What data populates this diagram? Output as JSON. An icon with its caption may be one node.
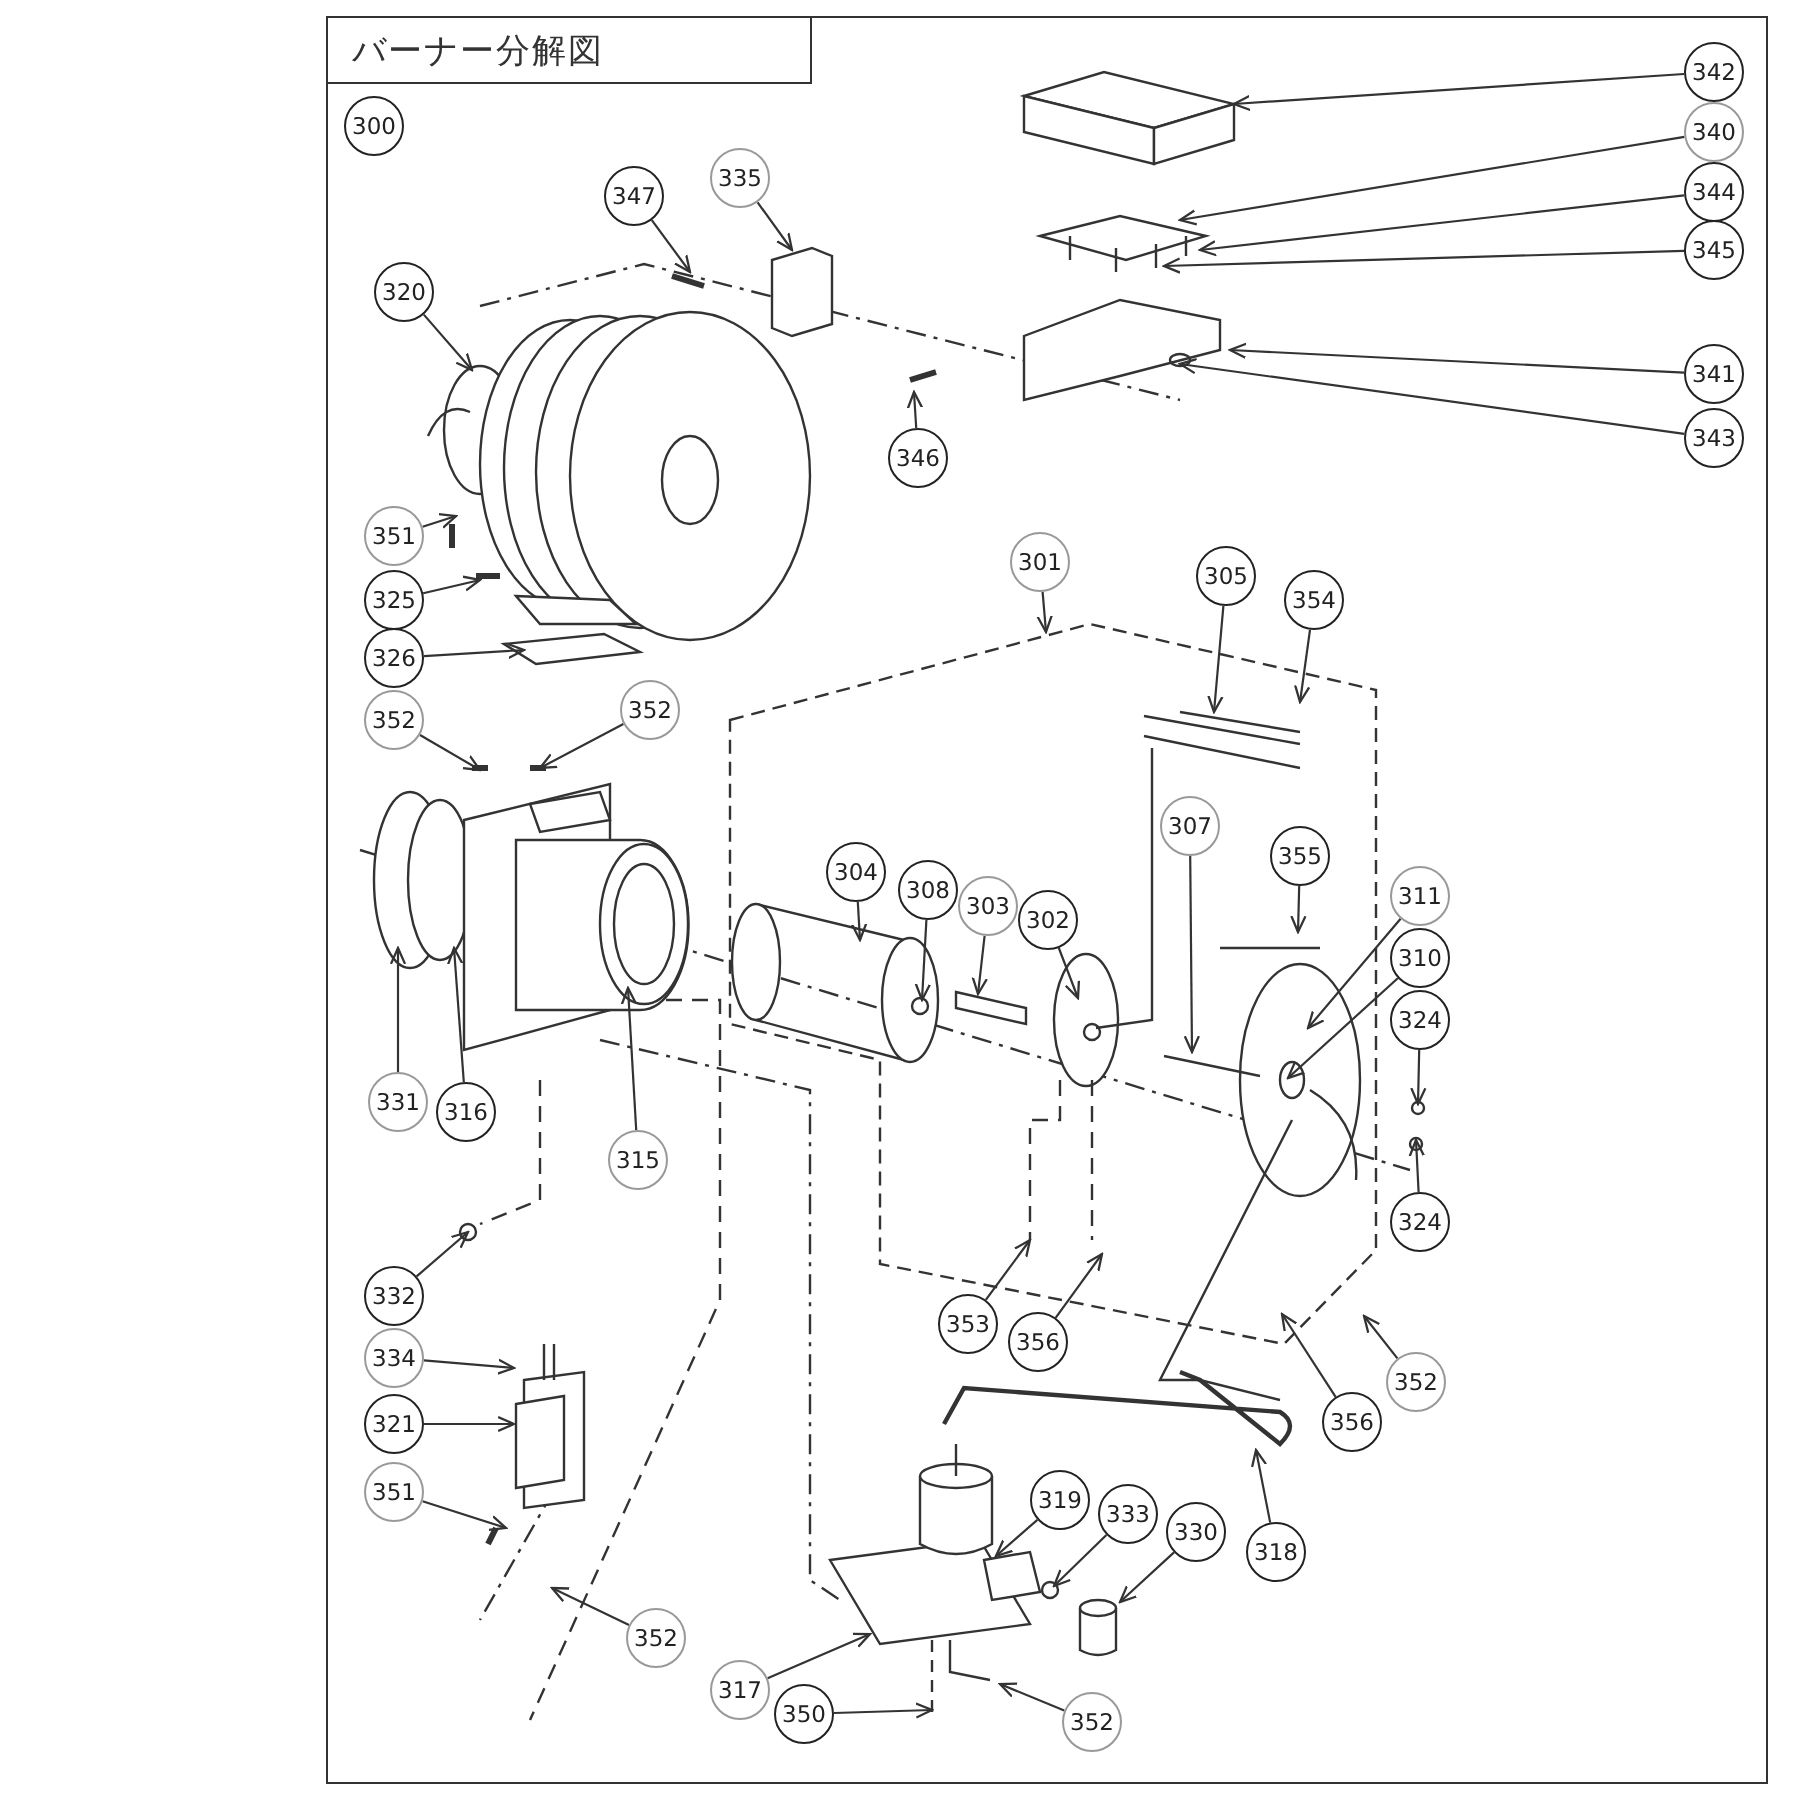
{
  "diagram": {
    "title": "バーナー分解図",
    "nodes": [
      {
        "text": [
          "300"
        ]
      },
      {
        "text": [
          "342"
        ]
      },
      {
        "text": [
          "340"
        ]
      },
      {
        "text": [
          "344"
        ]
      },
      {
        "text": [
          "345"
        ]
      },
      {
        "text": [
          "347"
        ]
      },
      {
        "text": [
          "335"
        ]
      },
      {
        "text": [
          "320"
        ]
      },
      {
        "text": [
          "341"
        ]
      },
      {
        "text": [
          "343"
        ]
      },
      {
        "text": [
          "346"
        ]
      },
      {
        "text": [
          "351"
        ]
      },
      {
        "text": [
          "325"
        ]
      },
      {
        "text": [
          "326"
        ]
      },
      {
        "text": [
          "301"
        ]
      },
      {
        "text": [
          "305"
        ]
      },
      {
        "text": [
          "354"
        ]
      },
      {
        "text": [
          "352"
        ]
      },
      {
        "text": [
          "352"
        ]
      },
      {
        "text": [
          "307"
        ]
      },
      {
        "text": [
          "355"
        ]
      },
      {
        "text": [
          "304"
        ]
      },
      {
        "text": [
          "308"
        ]
      },
      {
        "text": [
          "303"
        ]
      },
      {
        "text": [
          "302"
        ]
      },
      {
        "text": [
          "311"
        ]
      },
      {
        "text": [
          "310"
        ]
      },
      {
        "text": [
          "324"
        ]
      },
      {
        "text": [
          "331"
        ]
      },
      {
        "text": [
          "316"
        ]
      },
      {
        "text": [
          "315"
        ]
      },
      {
        "text": [
          "324"
        ]
      },
      {
        "text": [
          "332"
        ]
      },
      {
        "text": [
          "353"
        ]
      },
      {
        "text": [
          "356"
        ]
      },
      {
        "text": [
          "334"
        ]
      },
      {
        "text": [
          "321"
        ]
      },
      {
        "text": [
          "351"
        ]
      },
      {
        "text": [
          "352"
        ]
      },
      {
        "text": [
          "356"
        ]
      },
      {
        "text": [
          "319"
        ]
      },
      {
        "text": [
          "333"
        ]
      },
      {
        "text": [
          "330"
        ]
      },
      {
        "text": [
          "318"
        ]
      },
      {
        "text": [
          "352"
        ]
      },
      {
        "text": [
          "317"
        ]
      },
      {
        "text": [
          "350"
        ]
      },
      {
        "text": [
          "352"
        ]
      }
    ],
    "edges": [
      {
        "from": 1,
        "to": null,
        "arrow": "to"
      },
      {
        "from": 2,
        "to": null,
        "arrow": "to"
      },
      {
        "from": 3,
        "to": null,
        "arrow": "to"
      },
      {
        "from": 4,
        "to": null,
        "arrow": "to"
      },
      {
        "from": 5,
        "to": null,
        "arrow": "to"
      },
      {
        "from": 6,
        "to": null,
        "arrow": "to"
      },
      {
        "from": 7,
        "to": null,
        "arrow": "to"
      },
      {
        "from": 8,
        "to": null,
        "arrow": "to"
      },
      {
        "from": 9,
        "to": null,
        "arrow": "to"
      },
      {
        "from": 10,
        "to": null,
        "arrow": "to"
      },
      {
        "from": 11,
        "to": null,
        "arrow": "to"
      },
      {
        "from": 12,
        "to": null,
        "arrow": "to"
      },
      {
        "from": 13,
        "to": null,
        "arrow": "to"
      },
      {
        "from": 14,
        "to": null,
        "arrow": "to"
      },
      {
        "from": 15,
        "to": null,
        "arrow": "to"
      },
      {
        "from": 16,
        "to": null,
        "arrow": "to"
      },
      {
        "from": 17,
        "to": null,
        "arrow": "to"
      },
      {
        "from": 18,
        "to": null,
        "arrow": "to"
      },
      {
        "from": 19,
        "to": null,
        "arrow": "to"
      },
      {
        "from": 20,
        "to": null,
        "arrow": "to"
      },
      {
        "from": 21,
        "to": null,
        "arrow": "to"
      },
      {
        "from": 22,
        "to": null,
        "arrow": "to"
      },
      {
        "from": 23,
        "to": null,
        "arrow": "to"
      },
      {
        "from": 24,
        "to": null,
        "arrow": "to"
      },
      {
        "from": 25,
        "to": null,
        "arrow": "to"
      },
      {
        "from": 26,
        "to": null,
        "arrow": "to"
      },
      {
        "from": 27,
        "to": null,
        "arrow": "to"
      },
      {
        "from": 28,
        "to": null,
        "arrow": "to"
      },
      {
        "from": 29,
        "to": null,
        "arrow": "to"
      },
      {
        "from": 30,
        "to": null,
        "arrow": "to"
      },
      {
        "from": 31,
        "to": null,
        "arrow": "to"
      },
      {
        "from": 32,
        "to": null,
        "arrow": "to"
      },
      {
        "from": 33,
        "to": null,
        "arrow": "to"
      },
      {
        "from": 34,
        "to": null,
        "arrow": "to"
      },
      {
        "from": 35,
        "to": null,
        "arrow": "to"
      },
      {
        "from": 36,
        "to": null,
        "arrow": "to"
      },
      {
        "from": 37,
        "to": null,
        "arrow": "to"
      },
      {
        "from": 38,
        "to": null,
        "arrow": "to"
      },
      {
        "from": 39,
        "to": null,
        "arrow": "to"
      },
      {
        "from": 40,
        "to": null,
        "arrow": "to"
      },
      {
        "from": 41,
        "to": null,
        "arrow": "to"
      },
      {
        "from": 42,
        "to": null,
        "arrow": "to"
      },
      {
        "from": 43,
        "to": null,
        "arrow": "to"
      },
      {
        "from": 44,
        "to": null,
        "arrow": "to"
      },
      {
        "from": 45,
        "to": null,
        "arrow": "to"
      },
      {
        "from": 46,
        "to": null,
        "arrow": "to"
      },
      {
        "from": 47,
        "to": null,
        "arrow": "to"
      }
    ]
  }
}
